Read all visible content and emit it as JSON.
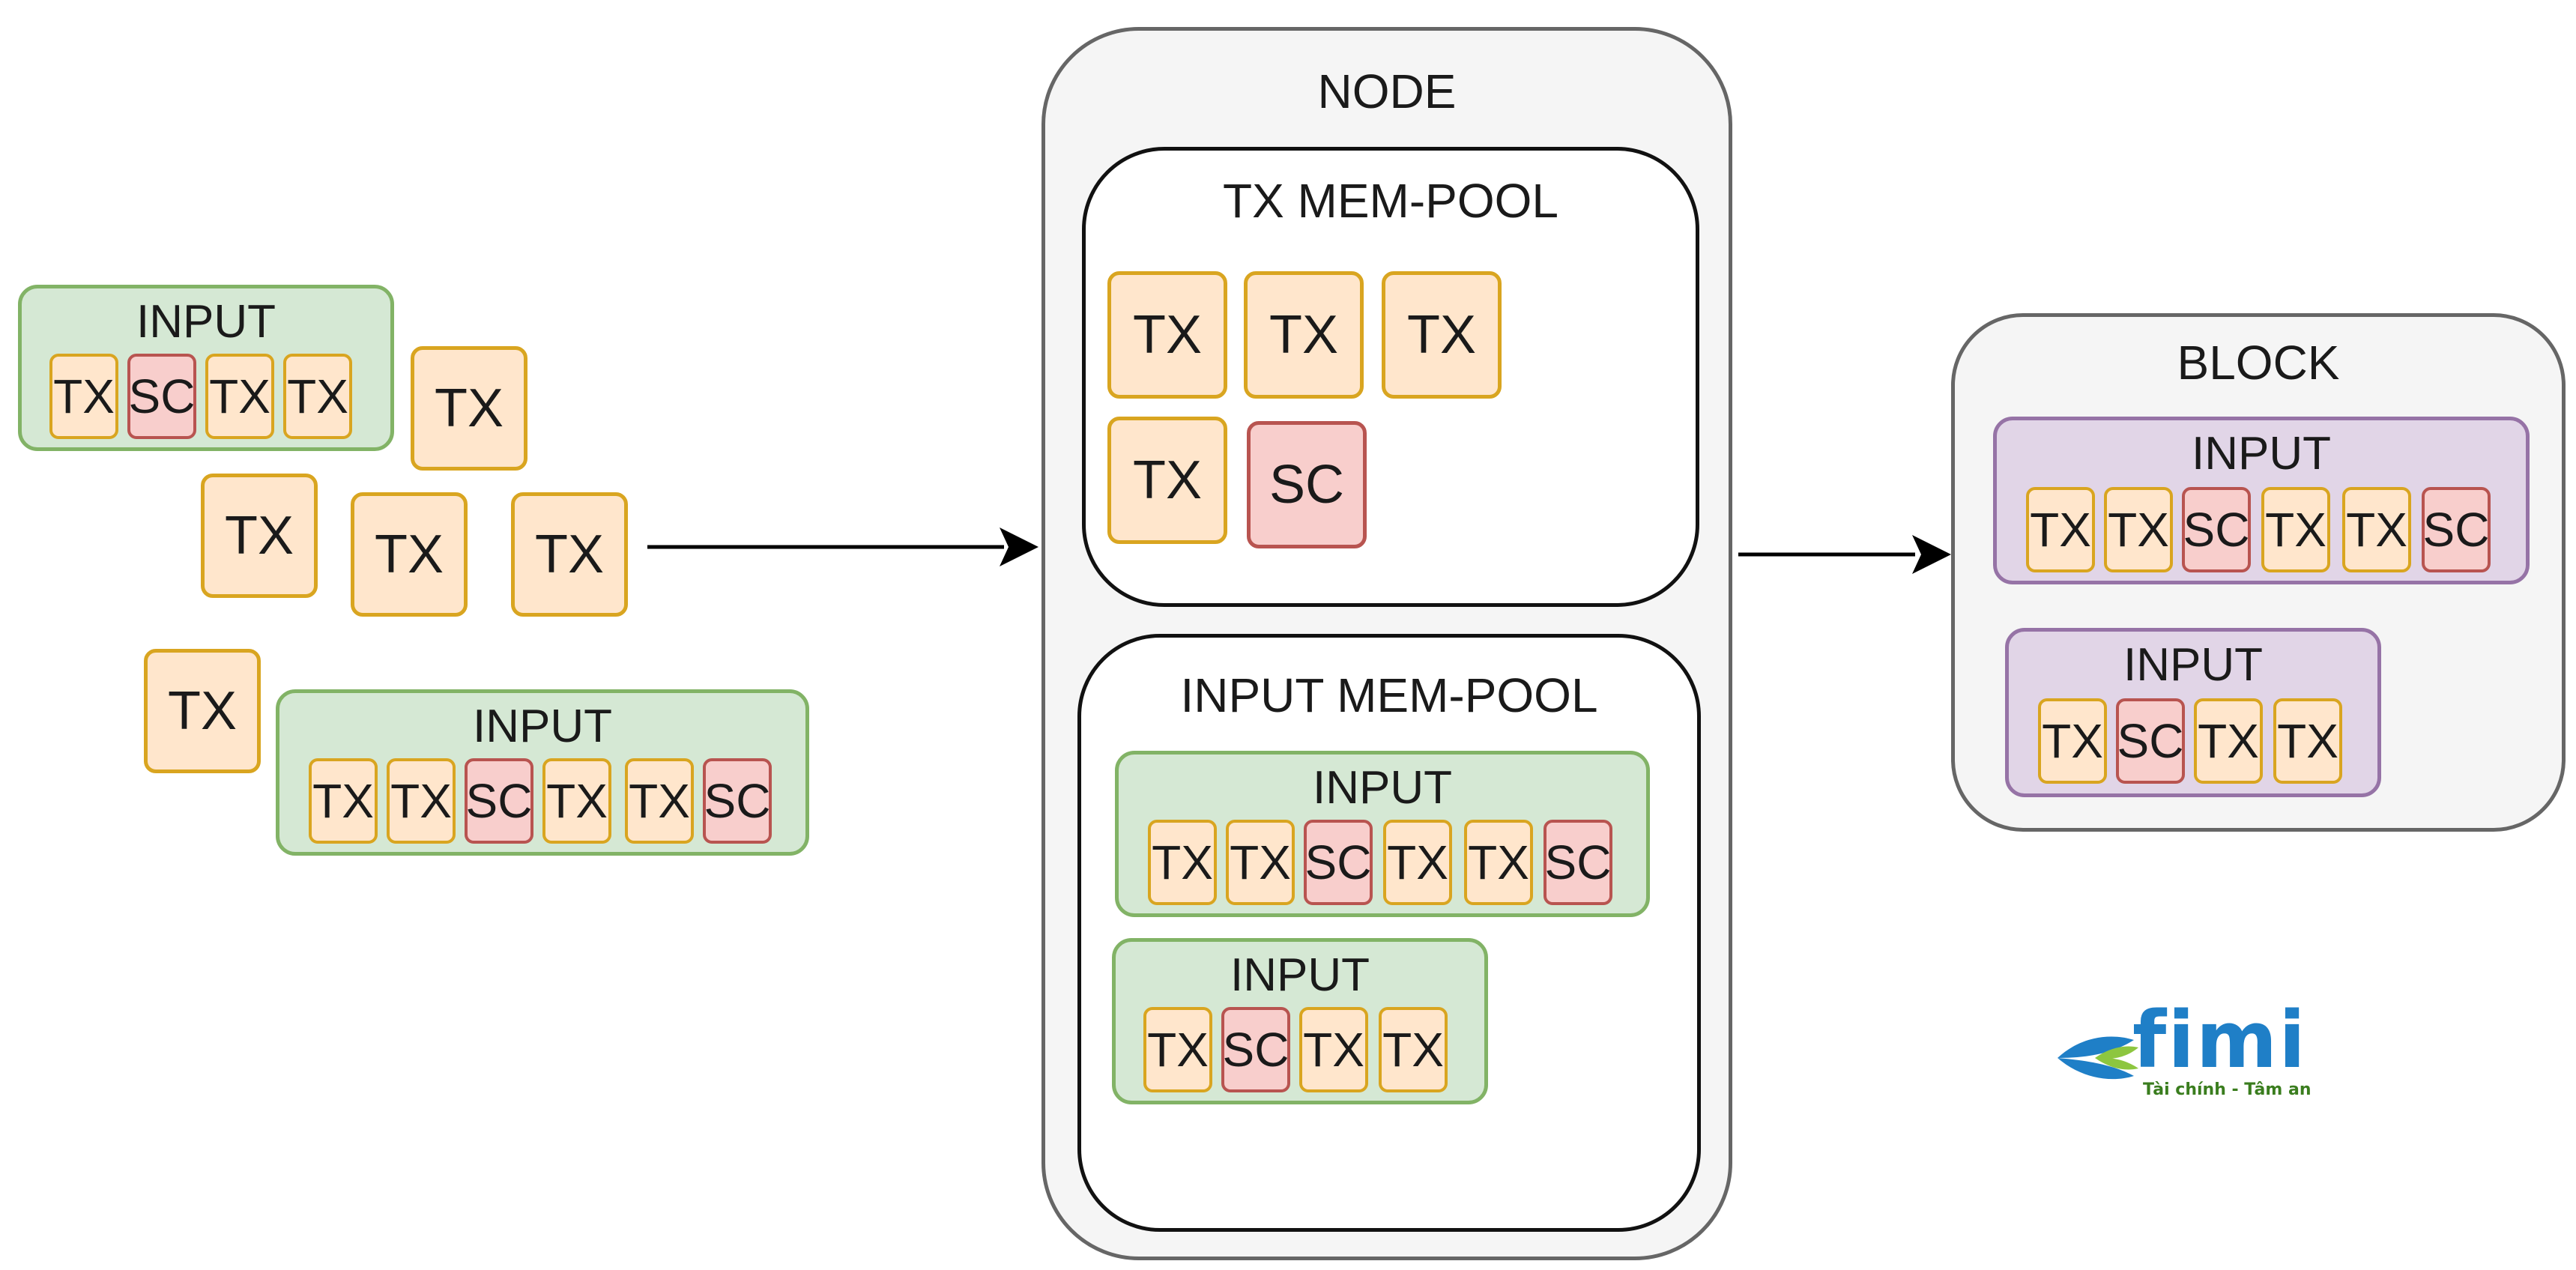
{
  "labels": {
    "node": "NODE",
    "tx_mem_pool": "TX MEM-POOL",
    "input_mem_pool": "INPUT MEM-POOL",
    "block": "BLOCK",
    "input": "INPUT",
    "tx": "TX",
    "sc": "SC"
  },
  "logo": {
    "wordmark": "fimi",
    "tagline": "Tài chính - Tâm an",
    "colors": {
      "blue": "#1f7fc7",
      "green": "#8dc63f",
      "tagline": "#3a7d1e"
    }
  },
  "colors": {
    "tx_fill": "#ffe6cc",
    "tx_stroke": "#d9a520",
    "sc_fill": "#f8cecc",
    "sc_stroke": "#b85450",
    "input_fill": "#d5e8d4",
    "input_stroke": "#82b366",
    "block_input_fill": "#e1d5e7",
    "block_input_stroke": "#9673a6",
    "panel_fill": "#f5f5f5",
    "panel_stroke": "#666666"
  },
  "sequences": {
    "incoming_input_1": [
      "TX",
      "SC",
      "TX",
      "TX"
    ],
    "incoming_input_2": [
      "TX",
      "TX",
      "SC",
      "TX",
      "TX",
      "SC"
    ],
    "tx_mem_pool": [
      "TX",
      "TX",
      "TX",
      "TX",
      "SC"
    ],
    "pool_input_1": [
      "TX",
      "TX",
      "SC",
      "TX",
      "TX",
      "SC"
    ],
    "pool_input_2": [
      "TX",
      "SC",
      "TX",
      "TX"
    ],
    "block_input_1": [
      "TX",
      "TX",
      "SC",
      "TX",
      "TX",
      "SC"
    ],
    "block_input_2": [
      "TX",
      "SC",
      "TX",
      "TX"
    ]
  }
}
